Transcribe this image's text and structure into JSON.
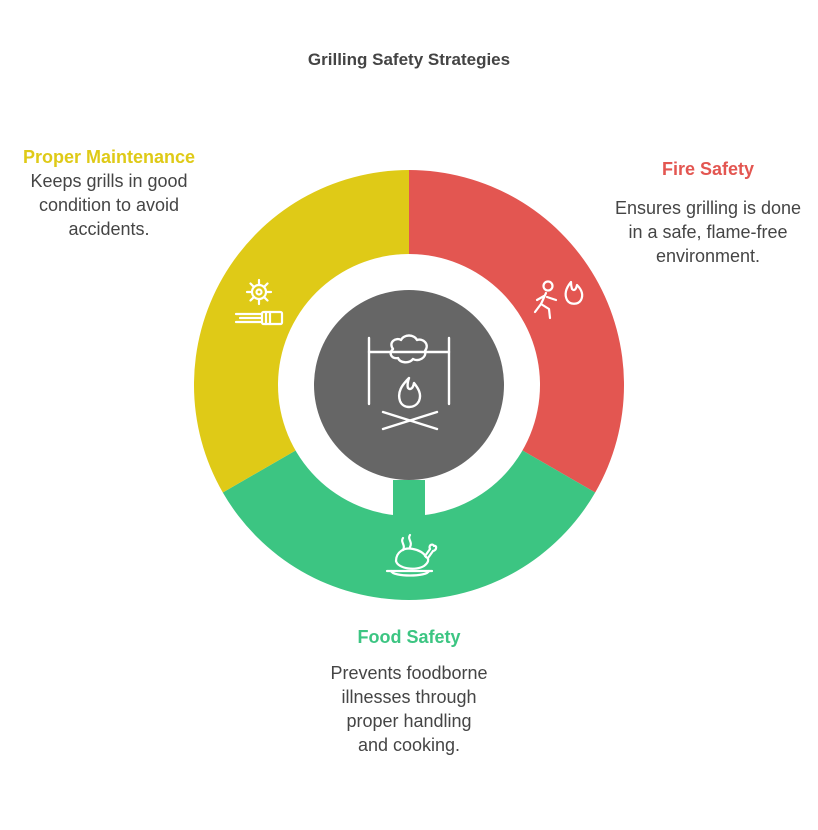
{
  "title": "Grilling Safety Strategies",
  "colors": {
    "fire": "#e35651",
    "maintenance": "#dfca17",
    "food": "#3cc582",
    "center": "#666666",
    "title": "#444444",
    "text": "#454545"
  },
  "segments": [
    {
      "key": "fire",
      "heading": "Fire Safety",
      "description": "Ensures grilling is done in a safe, flame-free environment.",
      "icon": "person-fleeing-fire-icon"
    },
    {
      "key": "food",
      "heading": "Food Safety",
      "description": "Prevents foodborne illnesses through proper handling and cooking.",
      "icon": "roast-chicken-icon"
    },
    {
      "key": "maintenance",
      "heading": "Proper Maintenance",
      "description": "Keeps grills in good condition to avoid accidents.",
      "icon": "gear-and-brush-icon"
    }
  ],
  "center": {
    "icon": "rotisserie-fire-icon"
  }
}
